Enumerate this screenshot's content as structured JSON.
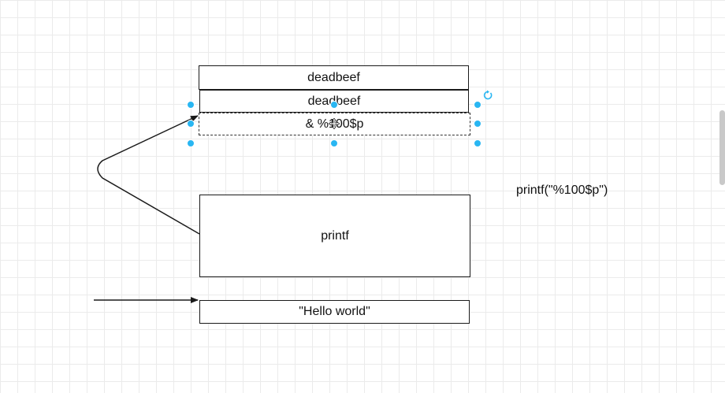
{
  "diagram": {
    "stack": {
      "cells": [
        {
          "id": "top",
          "label": "deadbeef"
        },
        {
          "id": "second",
          "label": "deadbeef"
        },
        {
          "id": "format-arg",
          "label": "& %100$p"
        }
      ]
    },
    "printf_box": {
      "label": "printf"
    },
    "hello_box": {
      "label": "\"Hello world\""
    },
    "annotation": {
      "label": "printf(\"%100$p\")"
    }
  },
  "colors": {
    "selection_handle": "#29b6f2",
    "stroke": "#1a1a1a",
    "grid": "#ebebeb"
  },
  "icons": {
    "rotate": "rotate-icon",
    "move": "move-cursor-icon"
  }
}
